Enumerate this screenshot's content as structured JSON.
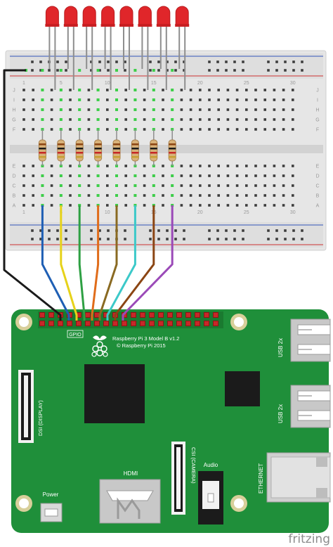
{
  "breadboard": {
    "column_numbers": [
      "1",
      "5",
      "10",
      "15",
      "20",
      "25",
      "30"
    ],
    "row_letters_top": [
      "J",
      "I",
      "H",
      "G",
      "F"
    ],
    "row_letters_bottom": [
      "E",
      "D",
      "C",
      "B",
      "A"
    ]
  },
  "leds": {
    "count": 8,
    "color": "#e0262a"
  },
  "wires": {
    "ground_color": "#1a1a1a",
    "colors": [
      "#1f5fb4",
      "#e6d21a",
      "#2ea043",
      "#e06c1a",
      "#8a6a22",
      "#3cc9c9",
      "#8b4513",
      "#9b4ab8"
    ]
  },
  "pi": {
    "board_color": "#1f8f3a",
    "title": "Raspberry Pi 3 Model B v1.2",
    "copyright": "© Raspberry Pi 2015",
    "gpio_label": "GPIO",
    "usb_label_1": "USB 2x",
    "usb_label_2": "USB 2x",
    "ethernet_label": "ETHERNET",
    "hdmi_label": "HDMI",
    "audio_label": "Audio",
    "power_label": "Power",
    "dsi_label": "DSI (DISPLAY)",
    "csi_label": "CSI (CAMERA)"
  },
  "footer": {
    "brand": "fritzing"
  }
}
